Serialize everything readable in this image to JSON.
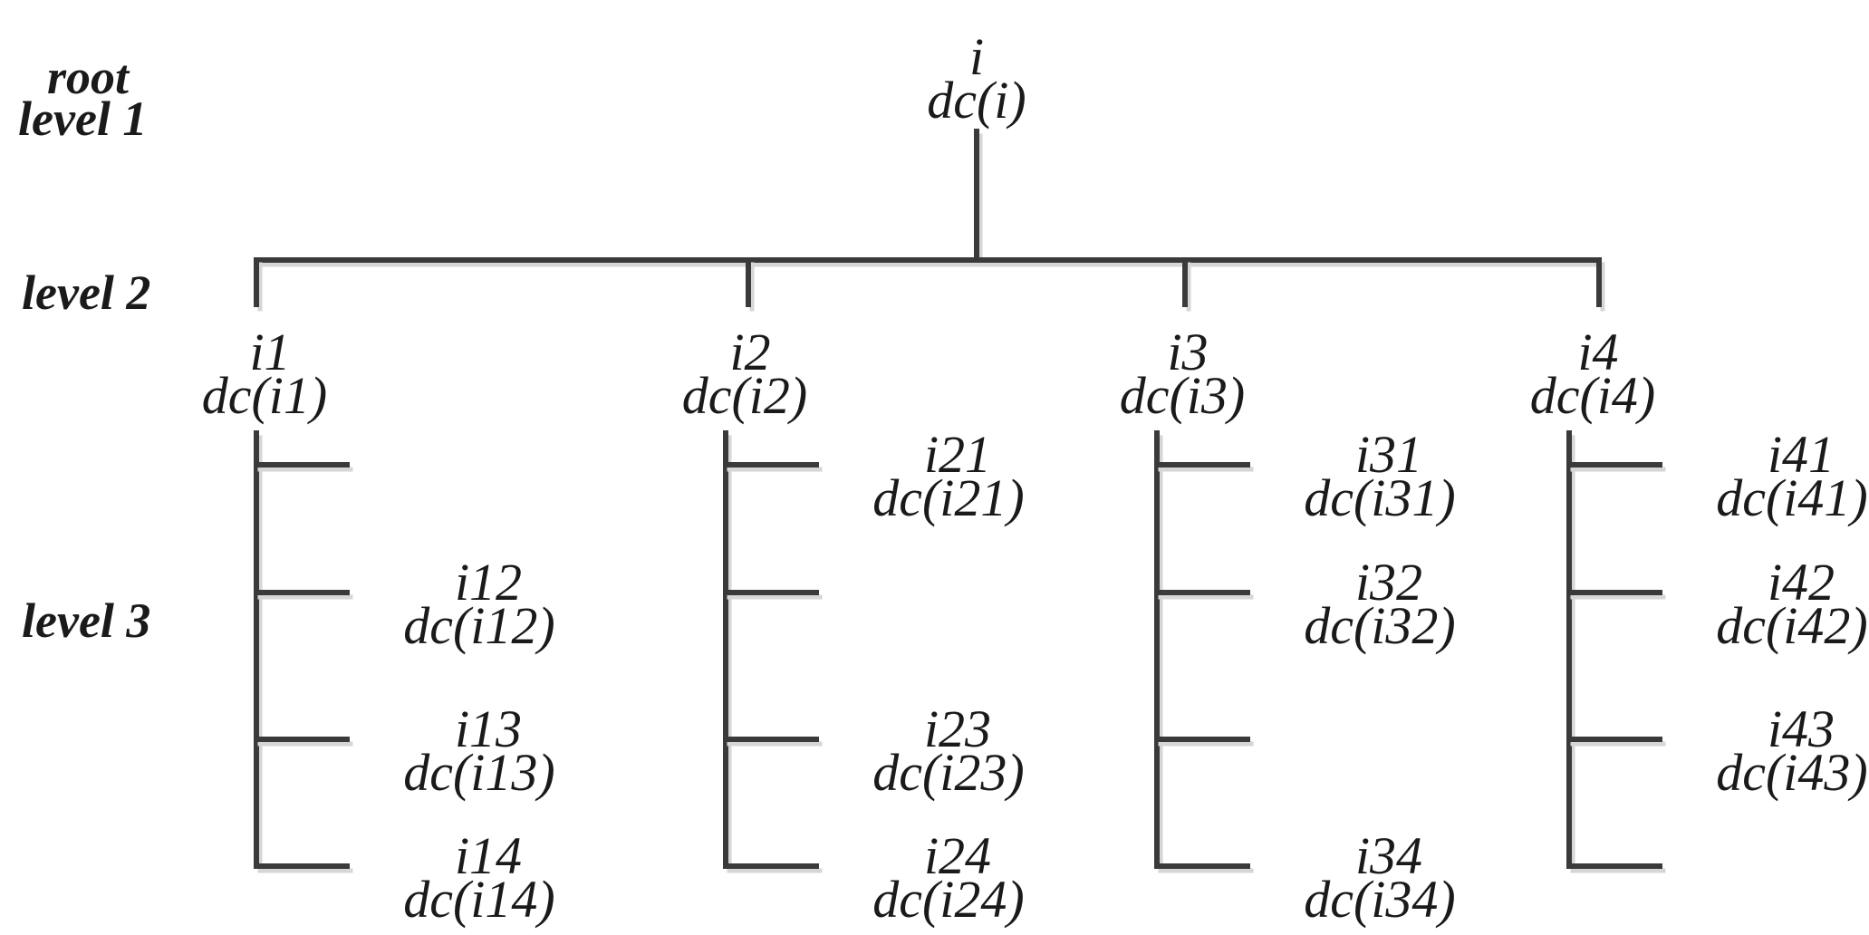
{
  "levels": {
    "root": "root",
    "level1": "level 1",
    "level2": "level 2",
    "level3": "level 3"
  },
  "root_node": {
    "id": "i",
    "dc": "dc(i)"
  },
  "level2_nodes": [
    {
      "id": "i1",
      "dc": "dc(i1)"
    },
    {
      "id": "i2",
      "dc": "dc(i2)"
    },
    {
      "id": "i3",
      "dc": "dc(i3)"
    },
    {
      "id": "i4",
      "dc": "dc(i4)"
    }
  ],
  "level3_branches": [
    [
      null,
      {
        "id": "i12",
        "dc": "dc(i12)"
      },
      {
        "id": "i13",
        "dc": "dc(i13)"
      },
      {
        "id": "i14",
        "dc": "dc(i14)"
      }
    ],
    [
      {
        "id": "i21",
        "dc": "dc(i21)"
      },
      null,
      {
        "id": "i23",
        "dc": "dc(i23)"
      },
      {
        "id": "i24",
        "dc": "dc(i24)"
      }
    ],
    [
      {
        "id": "i31",
        "dc": "dc(i31)"
      },
      {
        "id": "i32",
        "dc": "dc(i32)"
      },
      null,
      {
        "id": "i34",
        "dc": "dc(i34)"
      }
    ],
    [
      {
        "id": "i41",
        "dc": "dc(i41)"
      },
      {
        "id": "i42",
        "dc": "dc(i42)"
      },
      {
        "id": "i43",
        "dc": "dc(i43)"
      },
      null
    ]
  ]
}
